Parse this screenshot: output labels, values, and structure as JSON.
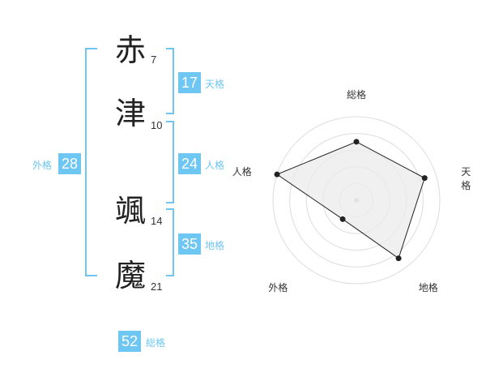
{
  "name": {
    "chars": [
      {
        "char": "赤",
        "strokes": "7"
      },
      {
        "char": "津",
        "strokes": "10"
      },
      {
        "char": "颯",
        "strokes": "14"
      },
      {
        "char": "魔",
        "strokes": "21"
      }
    ]
  },
  "kaku": {
    "tenkaku": {
      "value": "17",
      "label": "天格"
    },
    "jinkaku": {
      "value": "24",
      "label": "人格"
    },
    "chikaku": {
      "value": "35",
      "label": "地格"
    },
    "gaikaku": {
      "value": "28",
      "label": "外格"
    },
    "soukaku": {
      "value": "52",
      "label": "総格"
    }
  },
  "colors": {
    "accent": "#6ec6f3",
    "radar_fill": "#ebebeb",
    "ring": "#dddddd"
  },
  "chart_data": {
    "type": "radar",
    "axes": [
      "総格",
      "天格",
      "地格",
      "外格",
      "人格"
    ],
    "values": [
      3.5,
      4.3,
      4.3,
      1.4,
      5.0
    ],
    "max": 5,
    "rings": 5,
    "grid": true
  }
}
